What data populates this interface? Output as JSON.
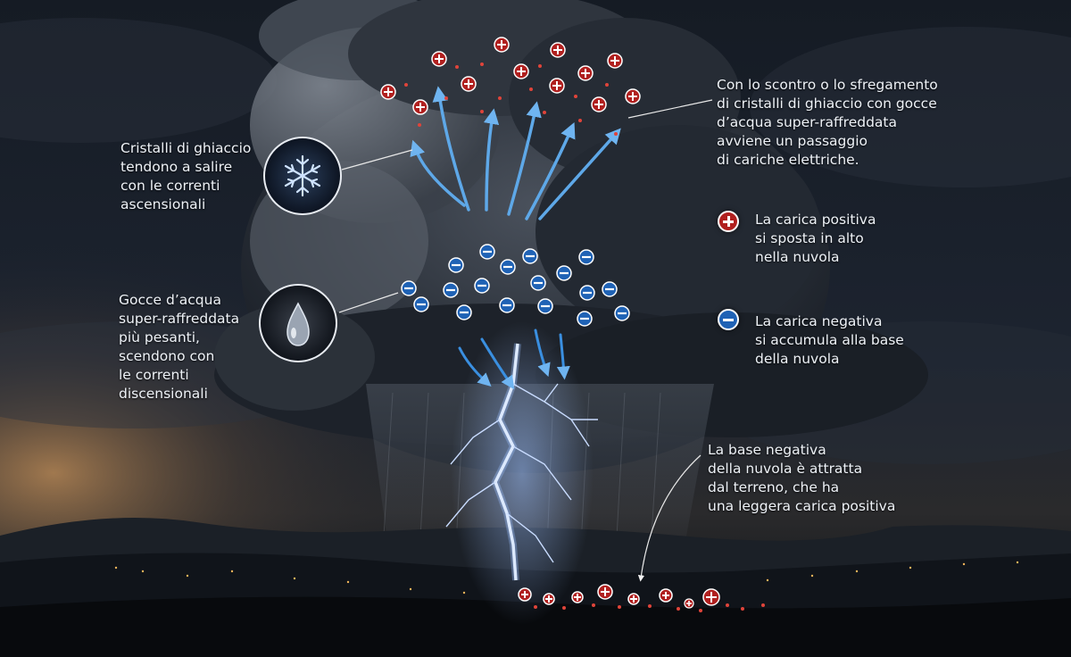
{
  "annotations": {
    "ice_crystals": [
      "Cristalli di ghiaccio",
      "tendono a salire",
      "con le correnti",
      "ascensionali"
    ],
    "water_drops": [
      "Gocce d’acqua",
      "super-raffreddata",
      "più pesanti,",
      "scendono con",
      "le correnti",
      "discensionali"
    ],
    "collision": [
      "Con lo scontro o lo sfregamento",
      "di cristalli di ghiaccio con gocce",
      "d’acqua super-raffreddata",
      "avviene un passaggio",
      "di cariche elettriche."
    ],
    "ground": [
      "La base negativa",
      "della nuvola è attratta",
      "dal terreno, che ha",
      "una leggera carica positiva"
    ]
  },
  "legend": {
    "positive": {
      "lines": [
        "La carica positiva",
        "si sposta in alto",
        "nella nuvola"
      ],
      "color": "#b0201f",
      "icon": "plus-icon"
    },
    "negative": {
      "lines": [
        "La carica negativa",
        "si accumula alla base",
        "della nuvola"
      ],
      "color": "#1f62b5",
      "icon": "minus-icon"
    }
  },
  "insets": {
    "snowflake": {
      "icon": "snowflake-icon"
    },
    "droplet": {
      "icon": "water-drop-icon"
    }
  },
  "colors": {
    "positive": "#b0201f",
    "negative": "#1f62b5",
    "lightning": "#cfe0ff",
    "updraft_arrow": "#5ea8e8"
  }
}
